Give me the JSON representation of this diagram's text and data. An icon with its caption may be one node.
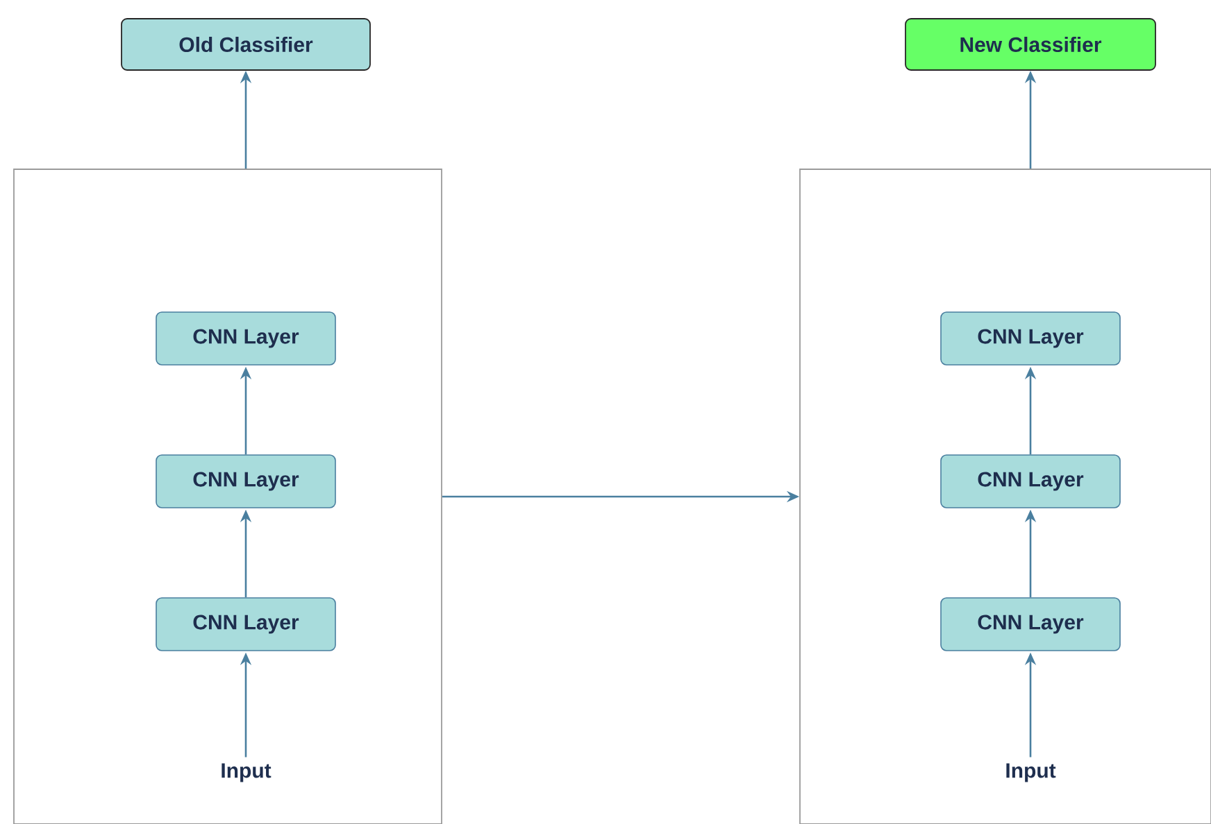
{
  "diagram": {
    "nodes": [
      {
        "text": [
          "Old Classifier"
        ]
      },
      {
        "text": [
          "New Classifier"
        ]
      },
      {
        "text": [],
        "shape": "box"
      },
      {
        "text": [
          "CNN Layer"
        ],
        "in": 2
      },
      {
        "text": [
          "CNN Layer"
        ],
        "in": 2
      },
      {
        "text": [
          "CNN Layer"
        ],
        "in": 2
      },
      {
        "text": [
          "Input"
        ],
        "in": 2
      },
      {
        "text": [],
        "shape": "box"
      },
      {
        "text": [
          "CNN Layer"
        ],
        "in": 7
      },
      {
        "text": [
          "CNN Layer"
        ],
        "in": 7
      },
      {
        "text": [
          "CNN Layer"
        ],
        "in": 7
      },
      {
        "text": [
          "Input"
        ],
        "in": 7
      }
    ],
    "edges": [
      {
        "from": 6,
        "to": 5,
        "arrow": "to"
      },
      {
        "from": 5,
        "to": 4,
        "arrow": "to"
      },
      {
        "from": 4,
        "to": 3,
        "arrow": "to"
      },
      {
        "from": 2,
        "to": 0,
        "arrow": "to"
      },
      {
        "from": 2,
        "to": 7,
        "arrow": "to"
      },
      {
        "from": 11,
        "to": 10,
        "arrow": "to"
      },
      {
        "from": 10,
        "to": 9,
        "arrow": "to"
      },
      {
        "from": 9,
        "to": 8,
        "arrow": "to"
      },
      {
        "from": 7,
        "to": 1,
        "arrow": "to"
      }
    ]
  }
}
